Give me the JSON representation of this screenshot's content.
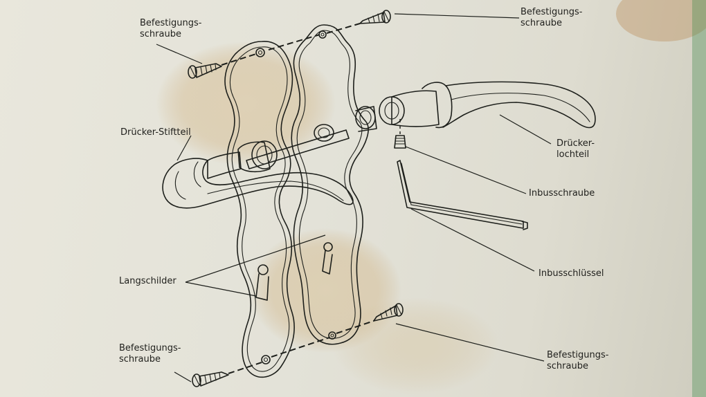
{
  "labels": {
    "befestigung_top_left": [
      "Befestigungs-",
      "schraube"
    ],
    "befestigung_top_right": [
      "Befestigungs-",
      "schraube"
    ],
    "druecker_stiftteil": "Drücker-Stiftteil",
    "druecker_lochteil": [
      "Drücker-",
      "lochteil"
    ],
    "inbusschraube": "Inbusschraube",
    "inbusschluessel": "Inbusschlüssel",
    "langschilder": "Langschilder",
    "befestigung_bottom_left": [
      "Befestigungs-",
      "schraube"
    ],
    "befestigung_bottom_right": [
      "Befestigungs-",
      "schraube"
    ]
  },
  "colors": {
    "paper": "#e4e2d7",
    "ink": "#1d1f1b",
    "stain": "#c9a66b",
    "background_edge": "#2c6e8e"
  }
}
